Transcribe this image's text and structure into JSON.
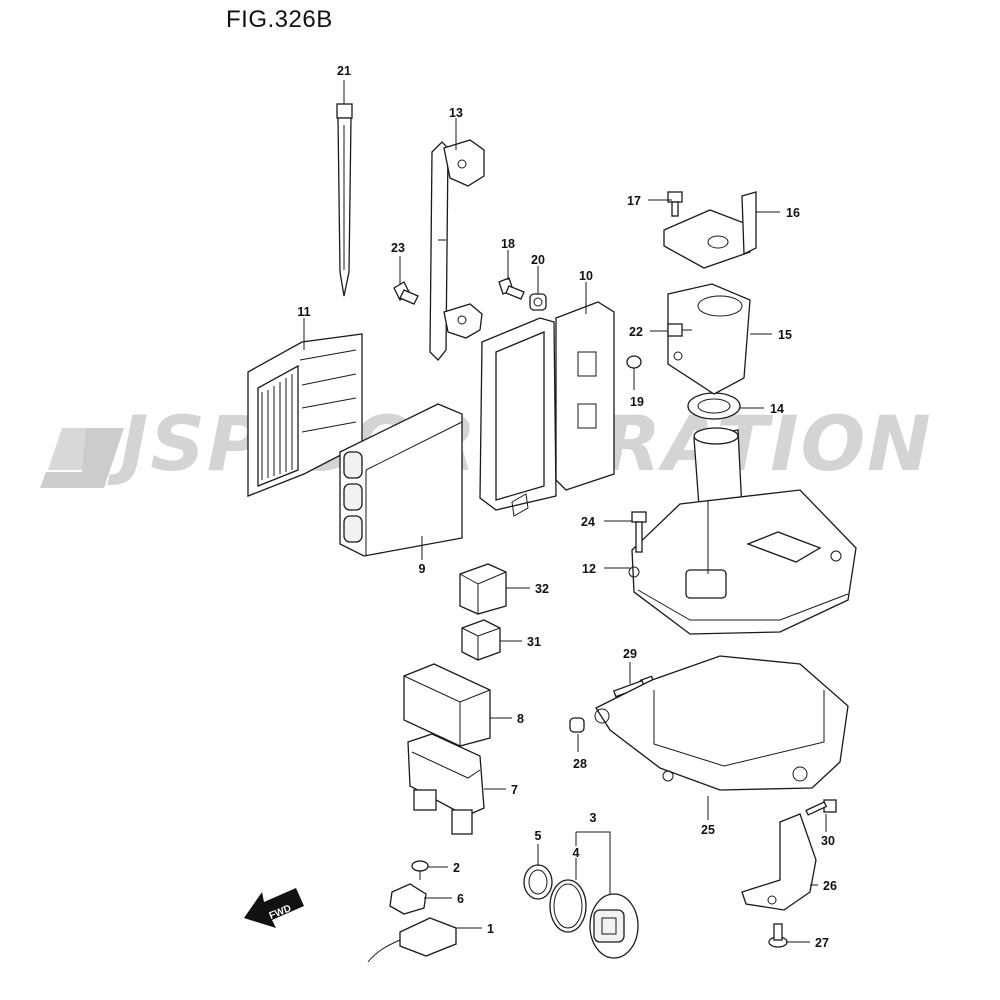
{
  "figure": {
    "title": "FIG.326B"
  },
  "watermark": {
    "text": "JSP CORPORATION"
  },
  "fwd_label": "FWD",
  "callouts": [
    {
      "id": "1",
      "label": "1"
    },
    {
      "id": "2",
      "label": "2"
    },
    {
      "id": "3",
      "label": "3"
    },
    {
      "id": "4",
      "label": "4"
    },
    {
      "id": "5",
      "label": "5"
    },
    {
      "id": "6",
      "label": "6"
    },
    {
      "id": "7",
      "label": "7"
    },
    {
      "id": "8",
      "label": "8"
    },
    {
      "id": "9",
      "label": "9"
    },
    {
      "id": "10",
      "label": "10"
    },
    {
      "id": "11",
      "label": "11"
    },
    {
      "id": "12",
      "label": "12"
    },
    {
      "id": "13",
      "label": "13"
    },
    {
      "id": "14",
      "label": "14"
    },
    {
      "id": "15",
      "label": "15"
    },
    {
      "id": "16",
      "label": "16"
    },
    {
      "id": "17",
      "label": "17"
    },
    {
      "id": "18",
      "label": "18"
    },
    {
      "id": "19",
      "label": "19"
    },
    {
      "id": "20",
      "label": "20"
    },
    {
      "id": "21",
      "label": "21"
    },
    {
      "id": "22",
      "label": "22"
    },
    {
      "id": "23",
      "label": "23"
    },
    {
      "id": "24",
      "label": "24"
    },
    {
      "id": "25",
      "label": "25"
    },
    {
      "id": "26",
      "label": "26"
    },
    {
      "id": "27",
      "label": "27"
    },
    {
      "id": "28",
      "label": "28"
    },
    {
      "id": "29",
      "label": "29"
    },
    {
      "id": "30",
      "label": "30"
    },
    {
      "id": "31",
      "label": "31"
    },
    {
      "id": "32",
      "label": "32"
    }
  ]
}
